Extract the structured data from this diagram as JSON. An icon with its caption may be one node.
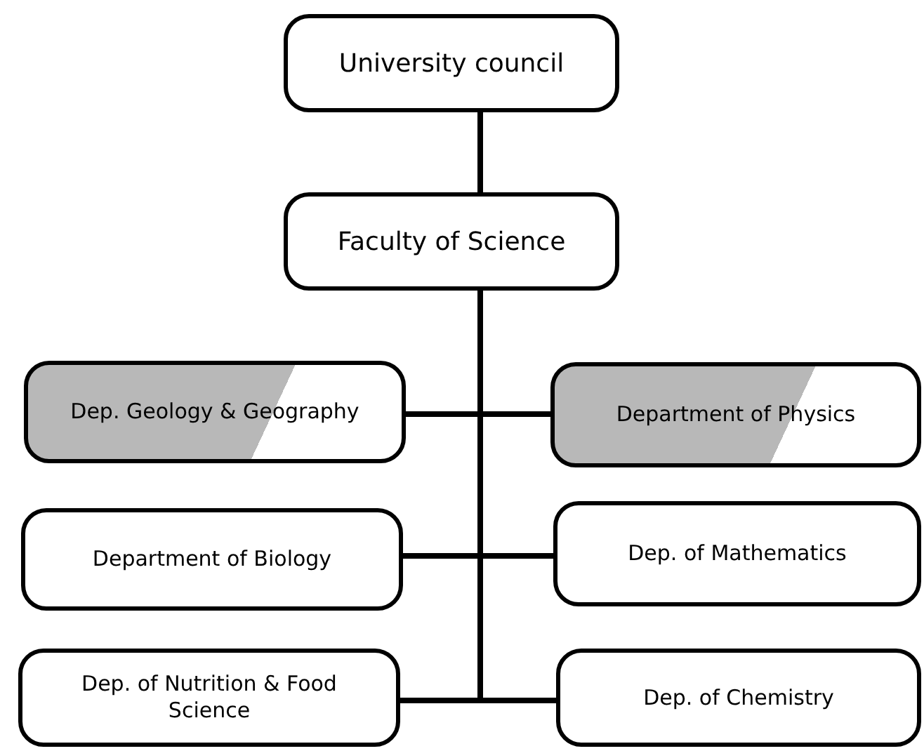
{
  "diagram": {
    "nodes": [
      {
        "text": [
          "University council"
        ]
      },
      {
        "text": [
          "Faculty of Science"
        ]
      },
      {
        "text": [
          "Dep. Geology & Geography"
        ]
      },
      {
        "text": [
          "Department of Physics"
        ]
      },
      {
        "text": [
          "Department of Biology"
        ]
      },
      {
        "text": [
          "Dep. of Mathematics"
        ]
      },
      {
        "text": [
          "Dep. of Nutrition & Food Science"
        ]
      },
      {
        "text": [
          "Dep. of Chemistry"
        ]
      }
    ],
    "edges": [
      {
        "from": 0,
        "to": 1,
        "arrow": "none"
      },
      {
        "from": 1,
        "to": 2,
        "arrow": "none"
      },
      {
        "from": 1,
        "to": 3,
        "arrow": "none"
      },
      {
        "from": 1,
        "to": 4,
        "arrow": "none"
      },
      {
        "from": 1,
        "to": 5,
        "arrow": "none"
      },
      {
        "from": 1,
        "to": 6,
        "arrow": "none"
      },
      {
        "from": 1,
        "to": 7,
        "arrow": "none"
      }
    ]
  }
}
